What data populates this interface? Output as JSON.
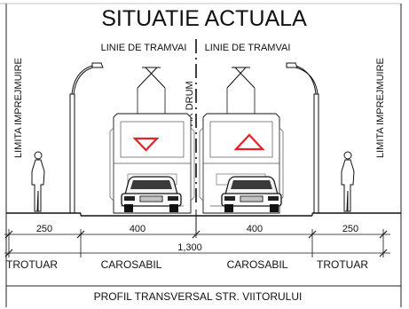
{
  "title": "SITUATIE ACTUALA",
  "tram_line_left": "LINIE DE TRAMVAI",
  "tram_line_right": "LINIE DE TRAMVAI",
  "axis_label": "AX DRUM",
  "fence_limit_left": "LIMITA IMPREJMUIRE",
  "fence_limit_right": "LIMITA IMPREJMUIRE",
  "dimensions": {
    "sidewalk_left": "250",
    "roadway_left": "400",
    "total": "1,300",
    "roadway_right": "400",
    "sidewalk_right": "250"
  },
  "zones": {
    "sidewalk_left": "TROTUAR",
    "roadway_left": "CAROSABIL",
    "roadway_right": "CAROSABIL",
    "sidewalk_right": "TROTUAR"
  },
  "caption": "PROFIL TRANSVERSAL STR. VIITORULUI",
  "colors": {
    "warning_triangle": "#e8202a",
    "ink": "#111111"
  }
}
